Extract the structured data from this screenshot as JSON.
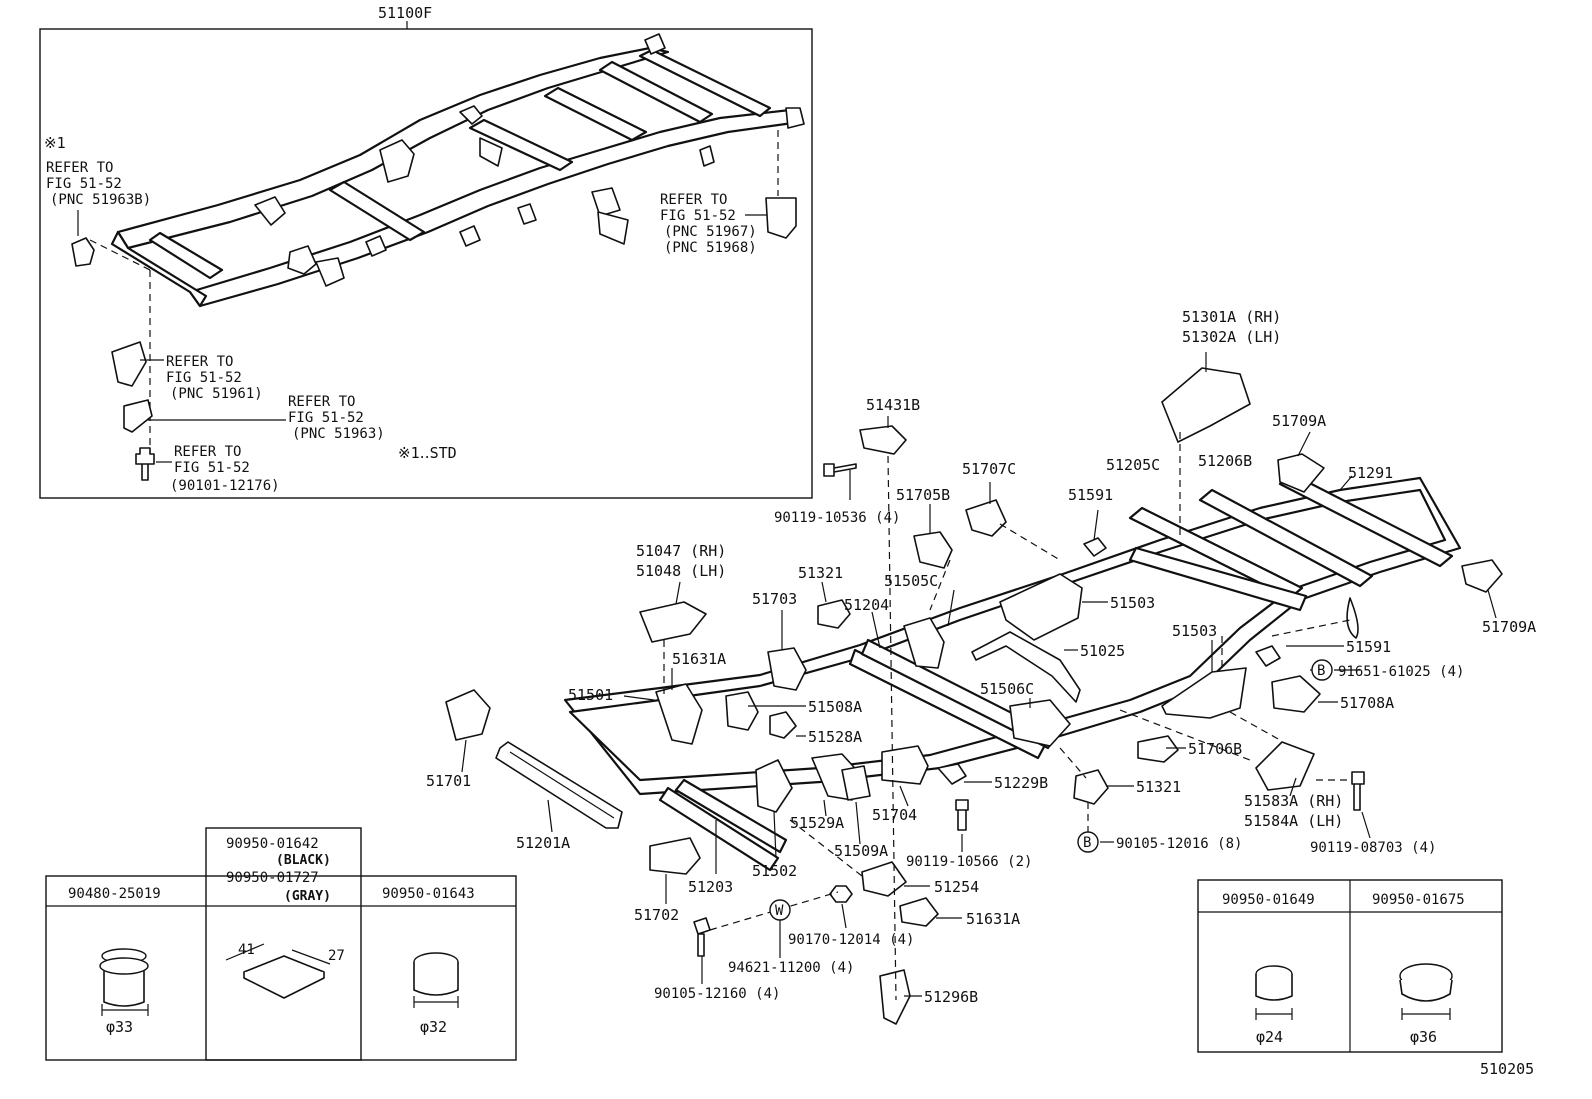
{
  "diagram_id": "510205",
  "callouts": {
    "frame_assembly": "51100F",
    "note_mark": "※1",
    "std_note": "※1‥STD",
    "ref_51963b": [
      "REFER TO",
      "FIG 51-52",
      "(PNC 51963B)"
    ],
    "ref_51967": [
      "REFER TO",
      "FIG 51-52",
      "(PNC 51967)",
      "(PNC 51968)"
    ],
    "ref_51961": [
      "REFER TO",
      "FIG 51-52",
      "(PNC 51961)"
    ],
    "ref_51963": [
      "REFER TO",
      "FIG 51-52",
      "(PNC 51963)"
    ],
    "ref_90101": [
      "REFER TO",
      "FIG 51-52",
      "(90101-12176)"
    ],
    "p_51301a": "51301A (RH)",
    "p_51302a": "51302A (LH)",
    "p_51431b": "51431B",
    "p_90119_10536": "90119-10536 (4)",
    "p_51707c": "51707C",
    "p_51705b": "51705B",
    "p_51205c": "51205C",
    "p_51206b": "51206B",
    "p_51709a_top": "51709A",
    "p_51291": "51291",
    "p_51591_top": "51591",
    "p_51047": "51047 (RH)",
    "p_51048": "51048 (LH)",
    "p_51321_top": "51321",
    "p_51505c": "51505C",
    "p_51703": "51703",
    "p_51204": "51204",
    "p_51503_mid": "51503",
    "p_51709a_right": "51709A",
    "p_51631a_top": "51631A",
    "p_51025": "51025",
    "p_51503_right": "51503",
    "p_51591_right": "51591",
    "p_91651": "91651-61025 (4)",
    "p_51501": "51501",
    "p_51508a": "51508A",
    "p_51506c": "51506C",
    "p_51708a": "51708A",
    "p_51528a": "51528A",
    "p_51706b": "51706B",
    "p_51701": "51701",
    "p_51229b": "51229B",
    "p_51321_bottom": "51321",
    "p_51583a": "51583A (RH)",
    "p_51584a": "51584A (LH)",
    "p_51704": "51704",
    "p_51529a": "51529A",
    "p_51201a": "51201A",
    "p_51509a": "51509A",
    "p_90105_12016": "90105-12016 (8)",
    "p_90119_08703": "90119-08703 (4)",
    "p_90119_10566": "90119-10566 (2)",
    "p_51502": "51502",
    "p_51203": "51203",
    "p_51254": "51254",
    "p_51702": "51702",
    "p_51631a_bottom": "51631A",
    "p_90170": "90170-12014 (4)",
    "p_94621": "94621-11200 (4)",
    "p_90105_12160": "90105-12160 (4)",
    "p_51296b": "51296B",
    "marker_b": "B",
    "marker_w": "W"
  },
  "plug_table_left": {
    "cells": [
      {
        "part": "90480-25019",
        "size": "φ33"
      },
      {
        "part": "90950-01642",
        "sub1": "(BLACK)",
        "part2": "90950-01727",
        "sub2": "(GRAY)",
        "dim_a": "41",
        "dim_b": "27"
      },
      {
        "part": "90950-01643",
        "size": "φ32"
      }
    ]
  },
  "plug_table_right": {
    "cells": [
      {
        "part": "90950-01649",
        "size": "φ24"
      },
      {
        "part": "90950-01675",
        "size": "φ36"
      }
    ]
  }
}
